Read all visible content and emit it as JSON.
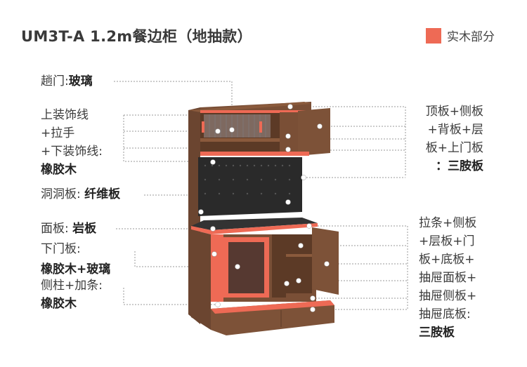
{
  "title": "UM3T-A 1.2m餐边柜（地抽款）",
  "legend": {
    "label": "实木部分",
    "color": "#ee6a55"
  },
  "labels": {
    "l1": {
      "prefix": "趟门:",
      "value": "玻璃"
    },
    "l2": {
      "line1": "上装饰线",
      "line2": "+拉手",
      "line3": "+下装饰线:",
      "value": "橡胶木"
    },
    "l3": {
      "prefix": "洞洞板: ",
      "value": "纤维板"
    },
    "l4": {
      "prefix": "面板: ",
      "value": "岩板"
    },
    "l5": {
      "line1": "下门板:",
      "value": "橡胶木+玻璃"
    },
    "l6": {
      "line1": "侧柱+加条:",
      "value": "橡胶木"
    },
    "r1": {
      "line1": "顶板+侧板",
      "line2": "+背板+层",
      "line3": "板+上门板",
      "value": "：三胺板"
    },
    "r2": {
      "line1": "拉条+侧板",
      "line2": "+层板+门",
      "line3": "板+底板+",
      "line4": "抽屉面板+",
      "line5": "抽屉侧板+",
      "line6": "抽屉底板:",
      "value": "三胺板"
    }
  }
}
